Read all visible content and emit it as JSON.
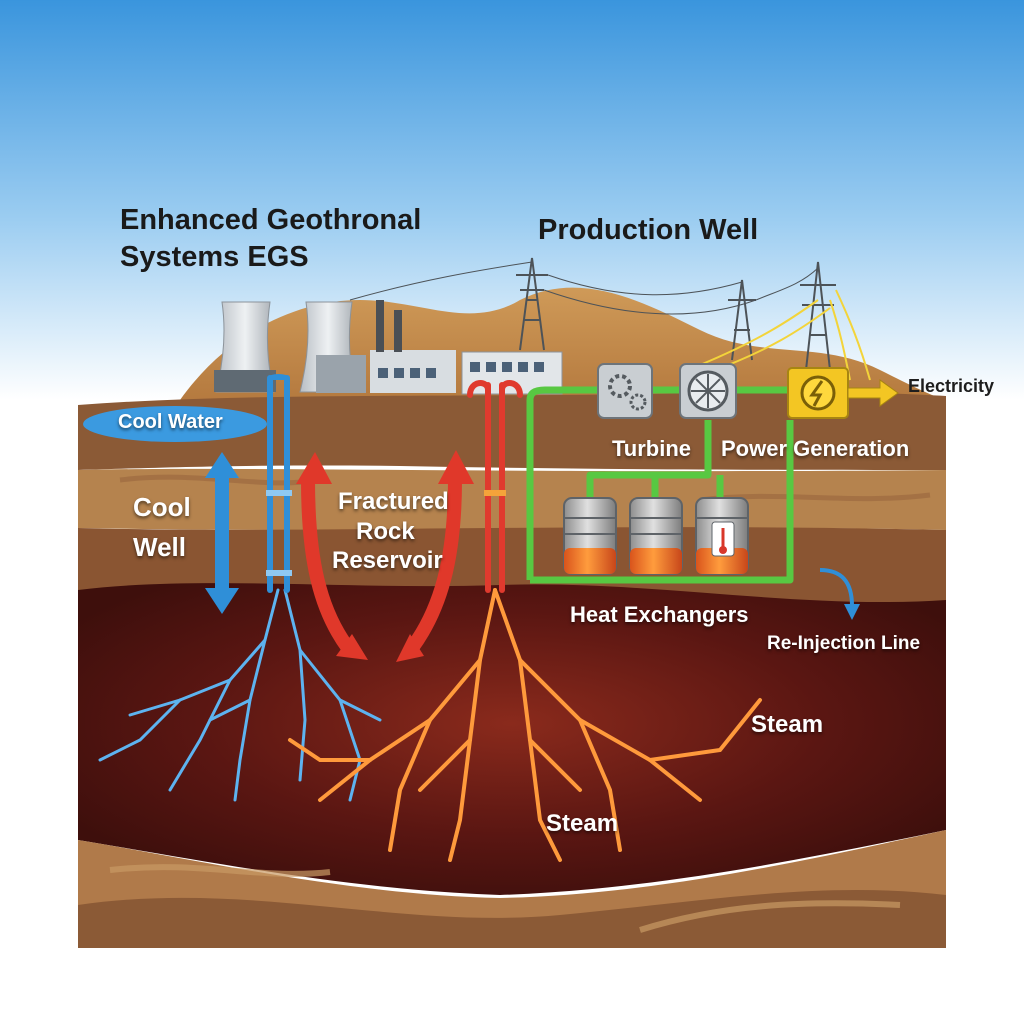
{
  "diagram": {
    "title_line1": "Enhanced Geothronal",
    "title_line2": "Systems EGS",
    "production_well": "Production Well",
    "cool_water": "Cool Water",
    "cool_well_line1": "Cool",
    "cool_well_line2": "Well",
    "fractured_line1": "Fractured",
    "fractured_line2": "Rock",
    "fractured_line3": "Reservoir",
    "turbine": "Turbine",
    "power_generation": "Power Generation",
    "electricity": "Electricity",
    "heat_exchangers": "Heat Exchangers",
    "reinjection_line": "Re-Injection Line",
    "steam_right": "Steam",
    "steam_bottom": "Steam"
  },
  "colors": {
    "sky_top": "#3a95dd",
    "cool_water": "#3b9ae0",
    "hot_water": "#e03a2e",
    "fracture_hot": "#ff9a3c",
    "pipe_green": "#58c842",
    "power_yellow": "#f3c623",
    "reservoir": "#5a1612"
  }
}
